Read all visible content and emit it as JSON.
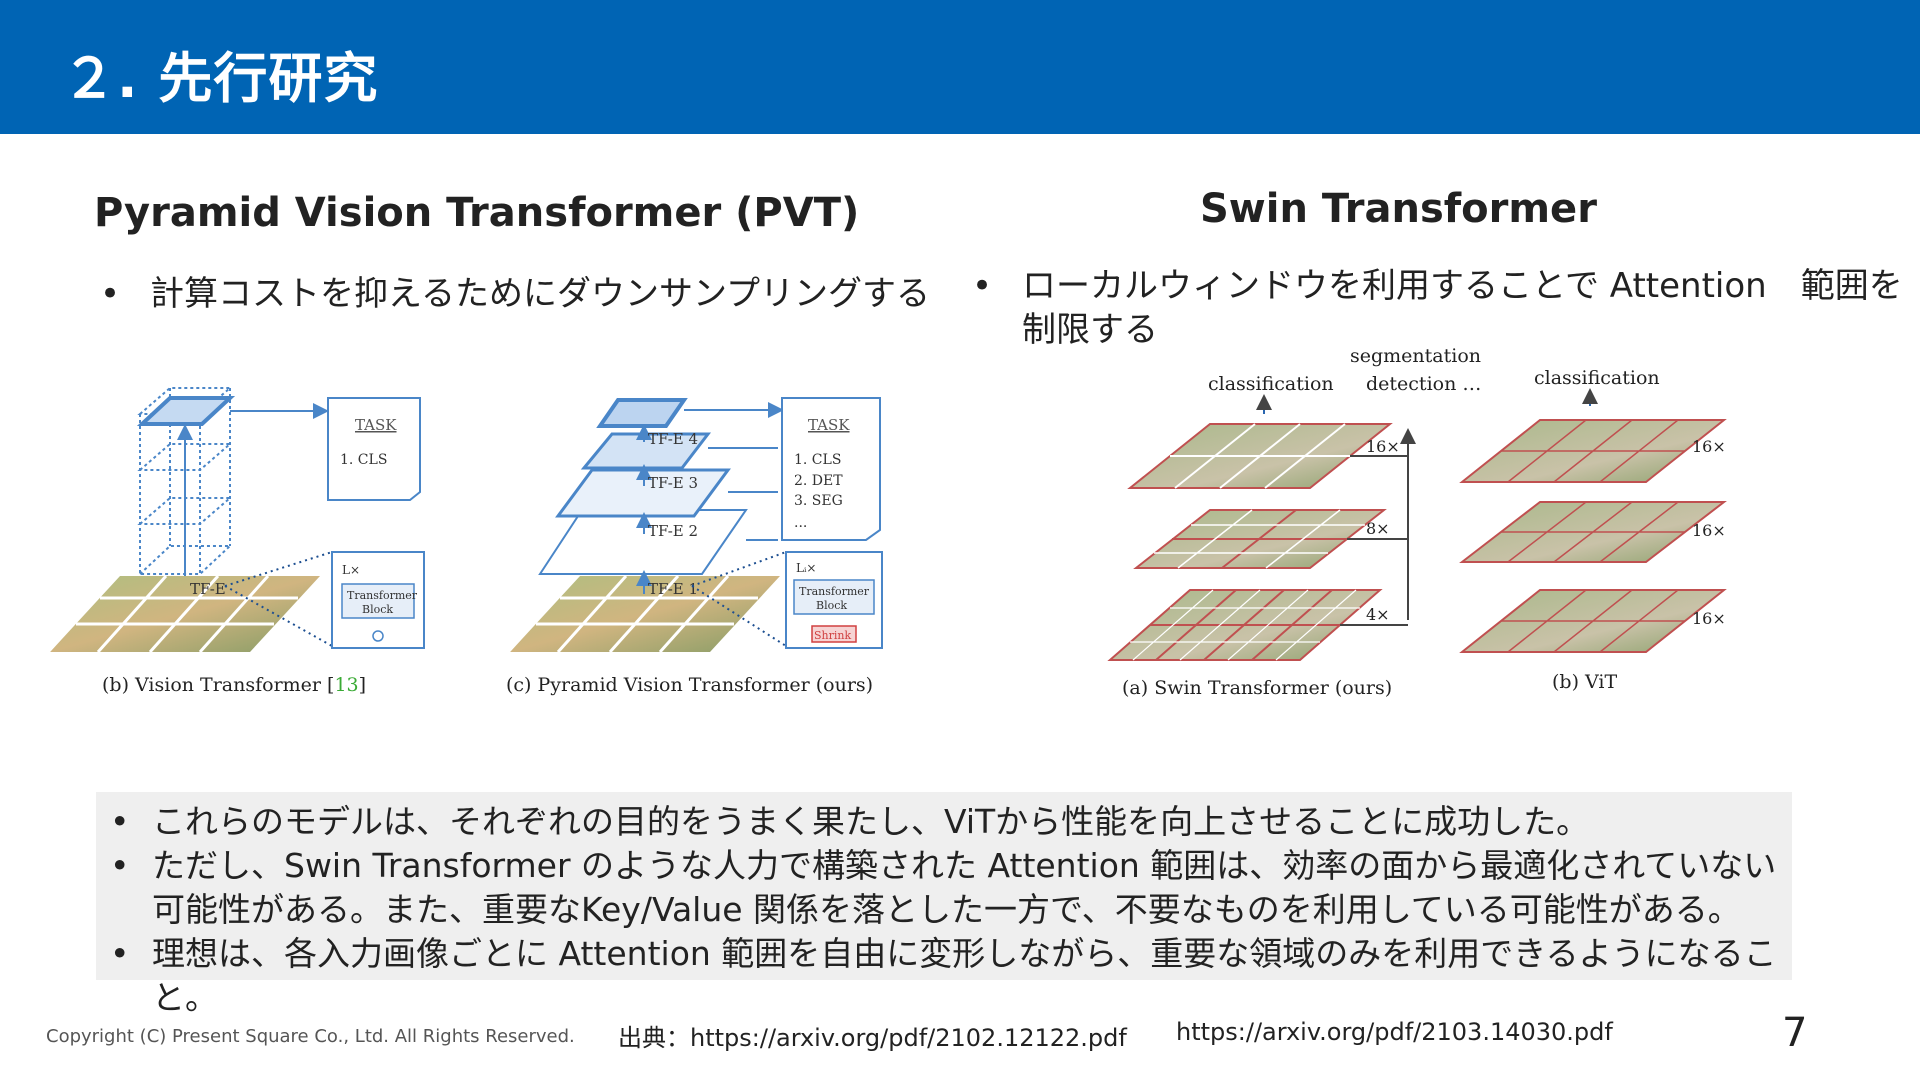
{
  "header": {
    "title": "２. 先行研究"
  },
  "pvt": {
    "title": "Pyramid Vision Transformer (PVT)",
    "bullet": "計算コストを抑えるためにダウンサンプリングする",
    "figure": {
      "caption_b": "(b) Vision Transformer [",
      "caption_b_ref": "13",
      "caption_b_end": "]",
      "caption_c": "(c) Pyramid Vision Transformer (ours)",
      "task_title": "TASK",
      "task_vit": [
        "1. CLS"
      ],
      "task_pvt": [
        "1. CLS",
        "2. DET",
        "3. SEG",
        "..."
      ],
      "tfe_vit": "TF-E",
      "tfe_levels": [
        "TF-E 4",
        "TF-E 3",
        "TF-E 2",
        "TF-E 1"
      ],
      "lx": "L×",
      "lix": "Lᵢ×",
      "block_label_1": "Transformer",
      "block_label_2": "Block",
      "shrink": "Shrink"
    }
  },
  "swin": {
    "title": "Swin Transformer",
    "bullet_line1": "ローカルウィンドウを利用することで Attention　範囲を",
    "bullet_line2": "制限する",
    "figure": {
      "classification_left": "classification",
      "segmentation": "segmentation",
      "detection": "detection …",
      "classification_right": "classification",
      "swin_scales": [
        "16×",
        "8×",
        "4×"
      ],
      "vit_scales": [
        "16×",
        "16×",
        "16×"
      ],
      "caption_a": "(a) Swin Transformer (ours)",
      "caption_b": "(b) ViT"
    }
  },
  "summary": {
    "items": [
      "これらのモデルは、それぞれの目的をうまく果たし、ViTから性能を向上させることに成功した。",
      "ただし、Swin Transformer のような人力で構築された Attention 範囲は、効率の面から最適化されていない可能性がある。また、重要なKey/Value 関係を落とした一方で、不要なものを利用している可能性がある。",
      "理想は、各入力画像ごとに Attention 範囲を自由に変形しながら、重要な領域のみを利用できるようになること。"
    ]
  },
  "footer": {
    "copyright": "Copyright (C) Present Square Co., Ltd. All Rights Reserved.",
    "source1": "出典：https://arxiv.org/pdf/2102.12122.pdf",
    "source2": "https://arxiv.org/pdf/2103.14030.pdf",
    "page": "7"
  },
  "bullet_symbol": "•",
  "colors": {
    "header_bg": "#0064b4",
    "diagram_blue": "#4a86c8",
    "swin_red": "#c05050",
    "shrink_red": "#d04040",
    "ref_green": "#3aaa35"
  }
}
